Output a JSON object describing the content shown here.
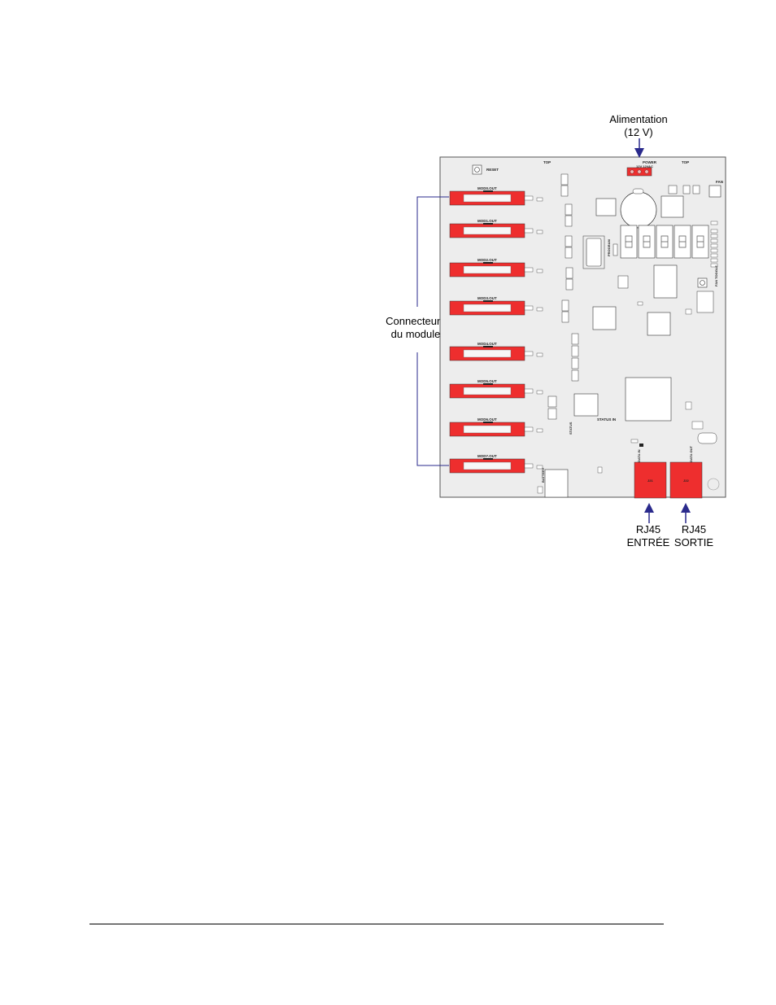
{
  "callouts": {
    "power": {
      "line1": "Alimentation",
      "line2": "(12 V)"
    },
    "modules": {
      "line1": "Connecteurs",
      "line2": "du module"
    },
    "rj45_in": {
      "line1": "RJ45",
      "line2": "ENTRÉE"
    },
    "rj45_out": {
      "line1": "RJ45",
      "line2": "SORTIE"
    }
  },
  "board": {
    "top_labels": [
      "TOP",
      "TOP"
    ],
    "reset_label": "RESET",
    "power_label": "POWER",
    "power_sub_label": "12V 12VAC",
    "fan_label": "FAN",
    "program_label": "PROGRAM",
    "fan_toggle_label": "FAN TOGGLE",
    "status_label": "STATUS",
    "status_in_label": "STATUS IN",
    "data_in_label": "DATA IN",
    "data_out_label": "DATA OUT",
    "battery_label": "BATTERY",
    "rj45_in_ref": "J21",
    "rj45_out_ref": "J22",
    "module_connectors": [
      {
        "label": "MOD0.OUT"
      },
      {
        "label": "MOD1.OUT"
      },
      {
        "label": "MOD2.OUT"
      },
      {
        "label": "MOD3.OUT"
      },
      {
        "label": "MOD4.OUT"
      },
      {
        "label": "MOD5.OUT"
      },
      {
        "label": "MOD6.OUT"
      },
      {
        "label": "MOD7.OUT"
      }
    ]
  },
  "colors": {
    "connector_red": "#ee2e2e",
    "arrow_blue": "#2a2a8c",
    "board_fill": "#ededed",
    "board_stroke": "#555555"
  }
}
